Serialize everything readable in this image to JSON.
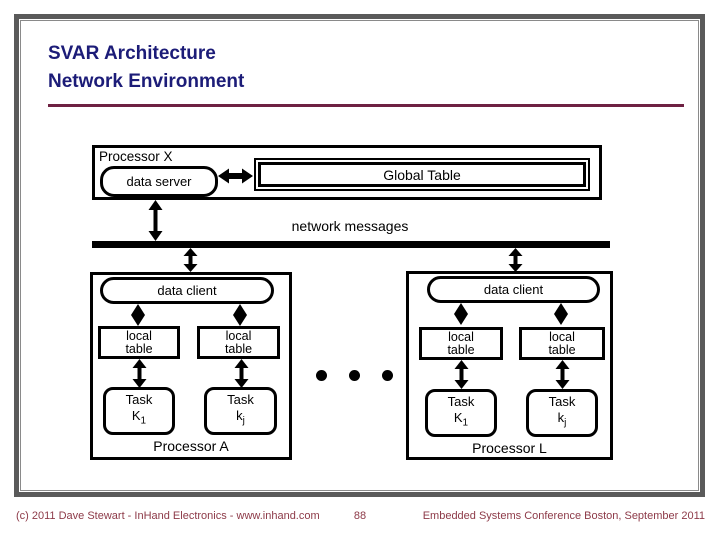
{
  "slide": {
    "title": "SVAR Architecture\nNetwork Environment"
  },
  "diagram": {
    "processor_x": {
      "label": "Processor X",
      "data_server": "data server",
      "global_table": "Global Table"
    },
    "network_messages": "network messages",
    "processor_a": {
      "label": "Processor A",
      "data_client": "data client",
      "local_tables": [
        {
          "line1": "local",
          "line2": "table"
        },
        {
          "line1": "local",
          "line2": "table"
        }
      ],
      "tasks": [
        {
          "word": "Task",
          "base": "K",
          "sub": "1"
        },
        {
          "word": "Task",
          "base": "k",
          "sub": "j"
        }
      ]
    },
    "processor_l": {
      "label": "Processor L",
      "data_client": "data client",
      "local_tables": [
        {
          "line1": "local",
          "line2": "table"
        },
        {
          "line1": "local",
          "line2": "table"
        }
      ],
      "tasks": [
        {
          "word": "Task",
          "base": "K",
          "sub": "1"
        },
        {
          "word": "Task",
          "base": "k",
          "sub": "j"
        }
      ]
    }
  },
  "footer": {
    "copyright": "(c) 2011 Dave Stewart - InHand Electronics - www.inhand.com",
    "page_number": "88",
    "conference": "Embedded Systems Conference Boston, September 2011"
  },
  "colors": {
    "title_navy": "#1c1c78",
    "divider_maroon": "#6e2142",
    "footer_maroon": "#8d3a48",
    "frame_gray": "#5a5a5a",
    "diagram_black": "#000000"
  }
}
